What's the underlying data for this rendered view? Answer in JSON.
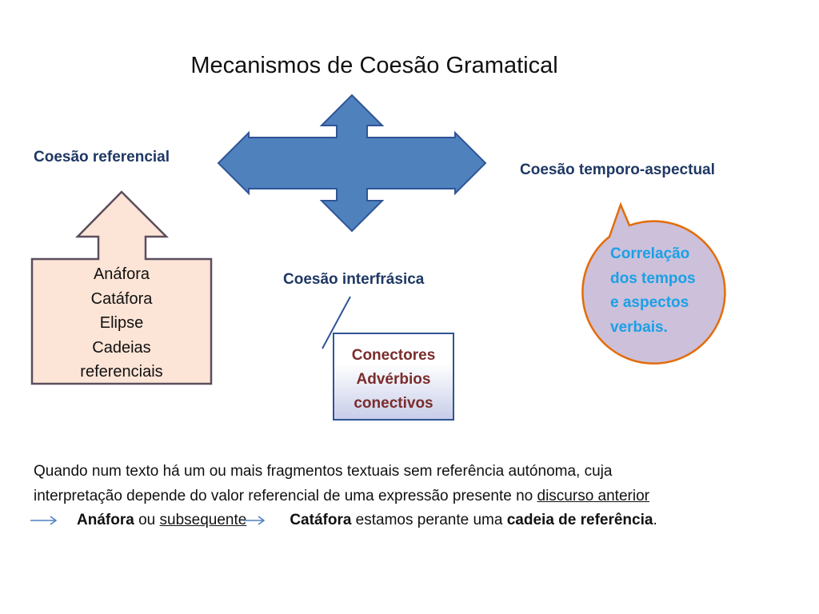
{
  "title": "Mecanismos de Coesão Gramatical",
  "headings": {
    "referencial": "Coesão referencial",
    "temporo_aspectual": "Coesão temporo-aspectual",
    "interfrasica": "Coesão interfrásica"
  },
  "referencial_items": [
    "Anáfora",
    "Catáfora",
    "Elipse",
    "Cadeias",
    "referenciais"
  ],
  "interfrasica_items": [
    "Conectores",
    "Advérbios",
    "conectivos"
  ],
  "temporo_items": [
    "Correlação",
    "dos tempos",
    "e aspectos",
    "verbais."
  ],
  "paragraph": {
    "line1": "Quando num texto há um ou mais fragmentos textuais sem referência autónoma, cuja",
    "line2_text": "interpretação depende do valor referencial de uma expressão presente no ",
    "line2_underlined": "discurso anterior",
    "anafora": "Anáfora",
    "ou": " ou ",
    "subsequente": "subsequente",
    "catafora": "Catáfora",
    "estamos": " estamos perante uma ",
    "cadeia": "cadeia de referência",
    "period": "."
  },
  "colors": {
    "cross_fill": "#4f81bd",
    "cross_stroke": "#2f5597",
    "house_fill": "#fce4d6",
    "house_stroke": "#5a4e5e",
    "balloon_fill": "#ccc0da",
    "balloon_stroke": "#e36c09",
    "heading": "#1f3864",
    "interfrasica_text": "#7b2c2c",
    "temporo_text": "#1aa0e6"
  },
  "icons": [
    "four-way-arrow-icon",
    "up-arrow-callout-icon",
    "speech-balloon-icon",
    "right-arrow-icon"
  ]
}
